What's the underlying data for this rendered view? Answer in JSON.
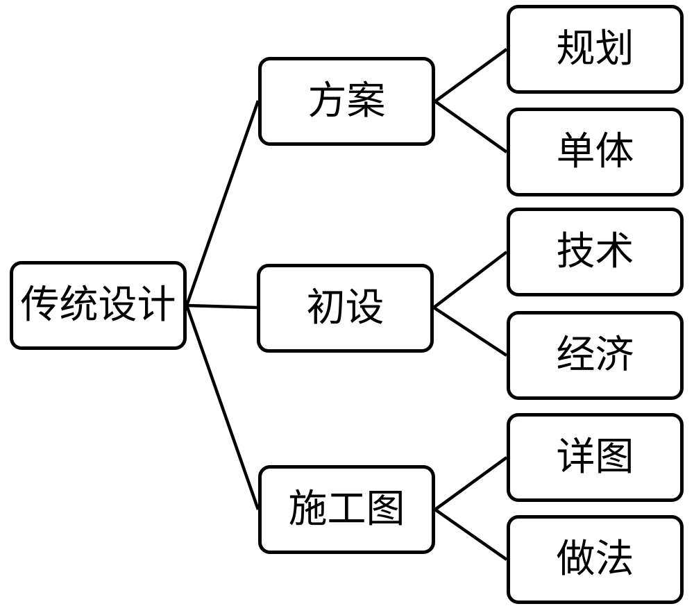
{
  "diagram": {
    "title": "traditional-design-process-tree",
    "colors": {
      "background": "#ffffff",
      "node_fill": "#ffffff",
      "node_border": "#000000",
      "text": "#000000",
      "connector": "#000000"
    },
    "root": {
      "label": "传统设计"
    },
    "branches": [
      {
        "label": "方案",
        "children": [
          {
            "label": "规划"
          },
          {
            "label": "单体"
          }
        ]
      },
      {
        "label": "初设",
        "children": [
          {
            "label": "技术"
          },
          {
            "label": "经济"
          }
        ]
      },
      {
        "label": "施工图",
        "children": [
          {
            "label": "详图"
          },
          {
            "label": "做法"
          }
        ]
      }
    ]
  }
}
